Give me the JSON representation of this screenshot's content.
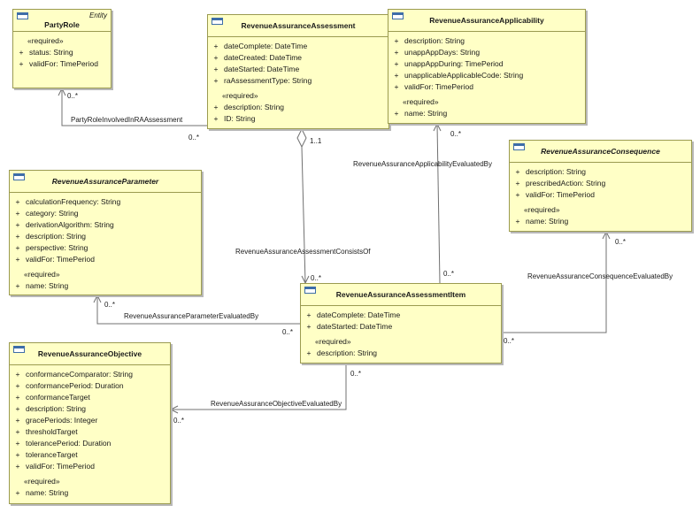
{
  "classes": {
    "party_role": {
      "name": "PartyRole",
      "stereotype": "Entity",
      "groups": [
        {
          "label": "«required»",
          "attrs": [
            {
              "vis": "+",
              "text": "status: String"
            },
            {
              "vis": "+",
              "text": "validFor: TimePeriod"
            }
          ]
        }
      ]
    },
    "ra_assessment": {
      "name": "RevenueAssuranceAssessment",
      "groups": [
        {
          "label": "",
          "attrs": [
            {
              "vis": "+",
              "text": "dateComplete: DateTime"
            },
            {
              "vis": "+",
              "text": "dateCreated: DateTime"
            },
            {
              "vis": "+",
              "text": "dateStarted: DateTime"
            },
            {
              "vis": "+",
              "text": "raAssessmentType: String"
            }
          ]
        },
        {
          "label": "«required»",
          "attrs": [
            {
              "vis": "+",
              "text": "description: String"
            },
            {
              "vis": "+",
              "text": "ID: String"
            }
          ]
        }
      ]
    },
    "ra_applicability": {
      "name": "RevenueAssuranceApplicability",
      "groups": [
        {
          "label": "",
          "attrs": [
            {
              "vis": "+",
              "text": "description: String"
            },
            {
              "vis": "+",
              "text": "unappAppDays: String"
            },
            {
              "vis": "+",
              "text": "unappAppDuring: TimePeriod"
            },
            {
              "vis": "+",
              "text": "unapplicableApplicableCode: String"
            },
            {
              "vis": "+",
              "text": "validFor: TimePeriod"
            }
          ]
        },
        {
          "label": "«required»",
          "attrs": [
            {
              "vis": "+",
              "text": "name: String"
            }
          ]
        }
      ]
    },
    "ra_consequence": {
      "name": "RevenueAssuranceConsequence",
      "groups": [
        {
          "label": "",
          "attrs": [
            {
              "vis": "+",
              "text": "description: String"
            },
            {
              "vis": "+",
              "text": "prescribedAction: String"
            },
            {
              "vis": "+",
              "text": "validFor: TimePeriod"
            }
          ]
        },
        {
          "label": "«required»",
          "attrs": [
            {
              "vis": "+",
              "text": "name: String"
            }
          ]
        }
      ]
    },
    "ra_parameter": {
      "name": "RevenueAssuranceParameter",
      "groups": [
        {
          "label": "",
          "attrs": [
            {
              "vis": "+",
              "text": "calculationFrequency: String"
            },
            {
              "vis": "+",
              "text": "category: String"
            },
            {
              "vis": "+",
              "text": "derivationAlgorithm: String"
            },
            {
              "vis": "+",
              "text": "description: String"
            },
            {
              "vis": "+",
              "text": "perspective: String"
            },
            {
              "vis": "+",
              "text": "validFor: TimePeriod"
            }
          ]
        },
        {
          "label": "«required»",
          "attrs": [
            {
              "vis": "+",
              "text": "name: String"
            }
          ]
        }
      ]
    },
    "ra_assessment_item": {
      "name": "RevenueAssuranceAssessmentItem",
      "groups": [
        {
          "label": "",
          "attrs": [
            {
              "vis": "+",
              "text": "dateComplete: DateTime"
            },
            {
              "vis": "+",
              "text": "dateStarted: DateTime"
            }
          ]
        },
        {
          "label": "«required»",
          "attrs": [
            {
              "vis": "+",
              "text": "description: String"
            }
          ]
        }
      ]
    },
    "ra_objective": {
      "name": "RevenueAssuranceObjective",
      "groups": [
        {
          "label": "",
          "attrs": [
            {
              "vis": "+",
              "text": "conformanceComparator: String"
            },
            {
              "vis": "+",
              "text": "conformancePeriod: Duration"
            },
            {
              "vis": "+",
              "text": "conformanceTarget"
            },
            {
              "vis": "+",
              "text": "description: String"
            },
            {
              "vis": "+",
              "text": "gracePeriods: Integer"
            },
            {
              "vis": "+",
              "text": "thresholdTarget"
            },
            {
              "vis": "+",
              "text": "tolerancePeriod: Duration"
            },
            {
              "vis": "+",
              "text": "toleranceTarget"
            },
            {
              "vis": "+",
              "text": "validFor: TimePeriod"
            }
          ]
        },
        {
          "label": "«required»",
          "attrs": [
            {
              "vis": "+",
              "text": "name: String"
            }
          ]
        }
      ]
    }
  },
  "associations": {
    "party_role": {
      "name": "PartyRoleInvolvedInRAAssessment",
      "mult_a": "0..*",
      "mult_b": "0..*"
    },
    "consists_of": {
      "name": "RevenueAssuranceAssessmentConsistsOf",
      "mult_a": "1..1",
      "mult_b": "0..*"
    },
    "applicability": {
      "name": "RevenueAssuranceApplicabilityEvaluatedBy",
      "mult_a": "0..*",
      "mult_b": "0..*"
    },
    "consequence": {
      "name": "RevenueAssuranceConsequenceEvaluatedBy",
      "mult_a": "0..*",
      "mult_b": "0..*"
    },
    "parameter": {
      "name": "RevenueAssuranceParameterEvaluatedBy",
      "mult_a": "0..*",
      "mult_b": "0..*"
    },
    "objective": {
      "name": "RevenueAssuranceObjectiveEvaluatedBy",
      "mult_a": "0..*",
      "mult_b": "0..*"
    }
  }
}
